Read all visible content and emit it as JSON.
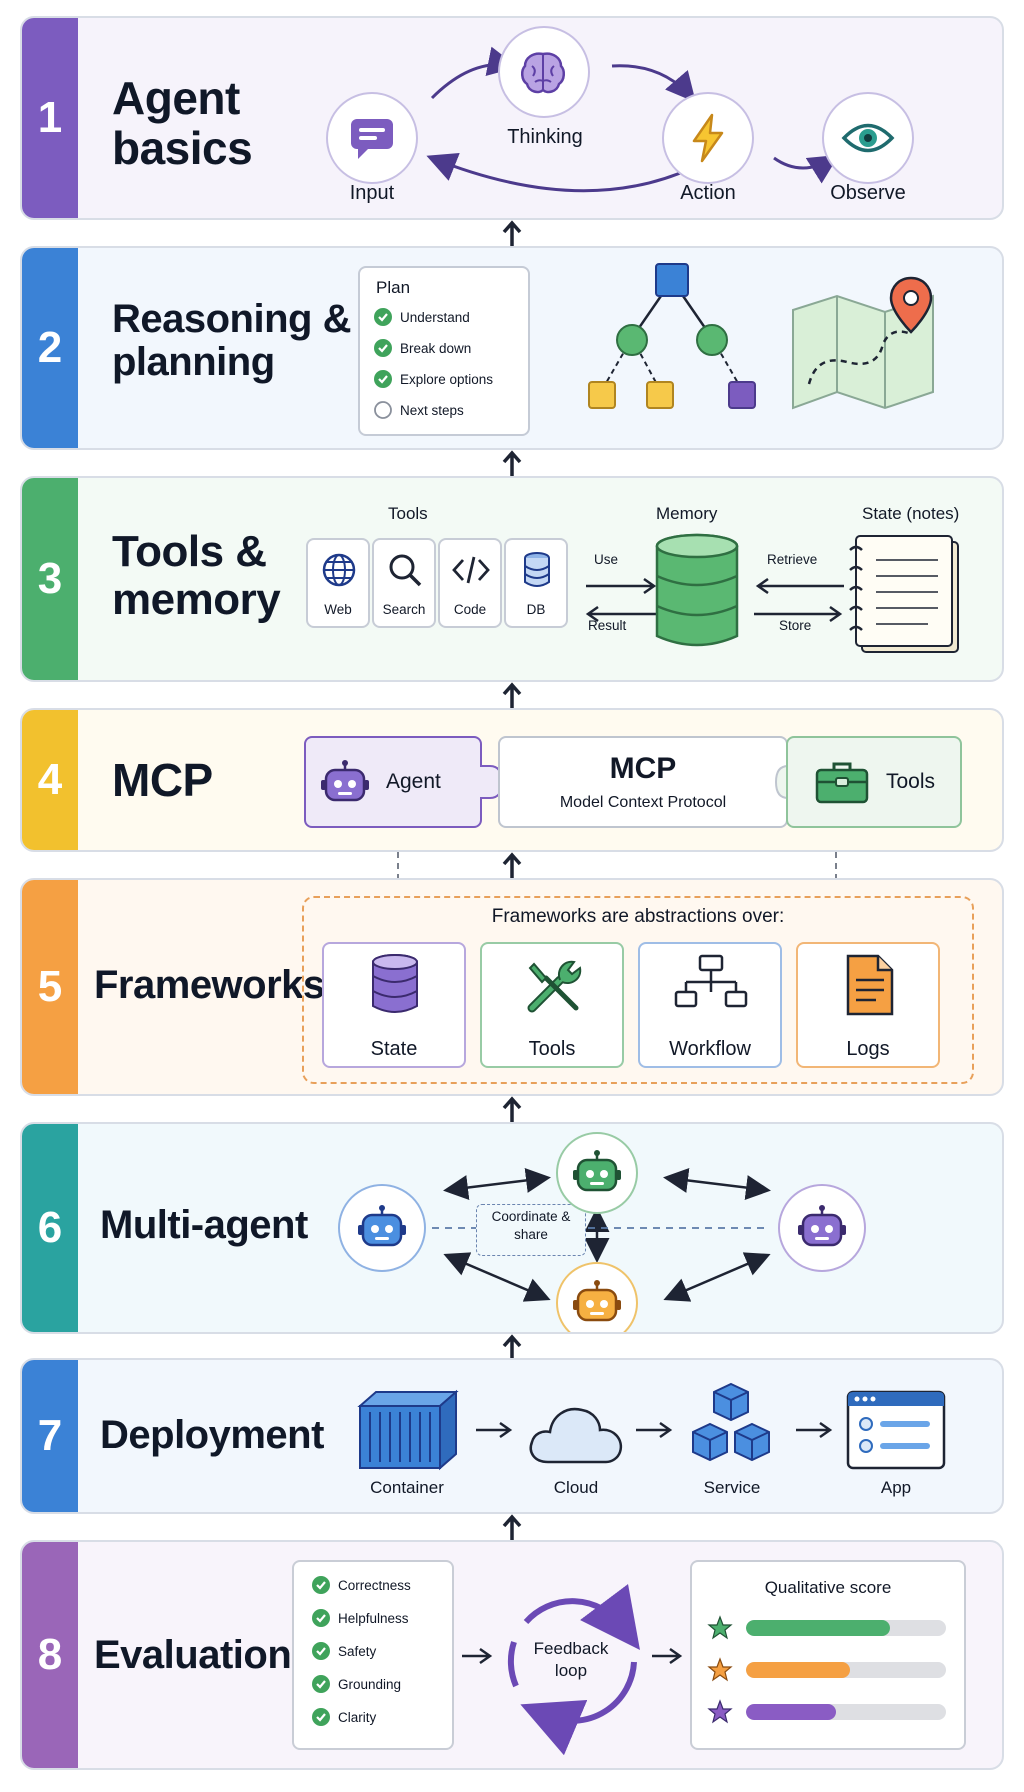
{
  "layers": [
    {
      "num": "1",
      "title": "Agent basics",
      "color": "#7c5cbf",
      "bg": "#f6f3fb",
      "nodes": {
        "input": "Input",
        "thinking": "Thinking",
        "action": "Action",
        "observe": "Observe"
      }
    },
    {
      "num": "2",
      "title": "Reasoning & planning",
      "color": "#3b82d6",
      "bg": "#f2f7fd",
      "plan": {
        "title": "Plan",
        "items": [
          "Understand",
          "Break down",
          "Explore options",
          "Next steps"
        ]
      }
    },
    {
      "num": "3",
      "title": "Tools & memory",
      "color": "#4caf6e",
      "bg": "#f3faf5",
      "tools_label": "Tools",
      "tools": [
        "Web",
        "Search",
        "Code",
        "DB"
      ],
      "memory_label": "Memory",
      "state_label": "State (notes)",
      "arrows": {
        "use": "Use",
        "result": "Result",
        "retrieve": "Retrieve",
        "store": "Store"
      }
    },
    {
      "num": "4",
      "title": "MCP",
      "color": "#f2c12e",
      "bg": "#fffbf0",
      "agent": "Agent",
      "mcp_title": "MCP",
      "mcp_sub": "Model Context Protocol",
      "tools": "Tools"
    },
    {
      "num": "5",
      "title": "Frameworks",
      "color": "#f5a043",
      "bg": "#fff8f0",
      "caption": "Frameworks are abstractions over:",
      "cards": [
        "State",
        "Tools",
        "Workflow",
        "Logs"
      ]
    },
    {
      "num": "6",
      "title": "Multi-agent",
      "color": "#2aa3a0",
      "bg": "#f1f9fc",
      "coord": "Coordinate & share"
    },
    {
      "num": "7",
      "title": "Deployment",
      "color": "#3b82d6",
      "bg": "#f2f7fd",
      "steps": [
        "Container",
        "Cloud",
        "Service",
        "App"
      ]
    },
    {
      "num": "8",
      "title": "Evaluation",
      "color": "#9a66b8",
      "bg": "#f8f4fb",
      "checks": [
        "Correctness",
        "Helpfulness",
        "Safety",
        "Grounding",
        "Clarity"
      ],
      "loop": "Feedback loop",
      "score_title": "Qualitative score",
      "scores": [
        0.72,
        0.52,
        0.45
      ],
      "score_colors": [
        "#4caf6e",
        "#f5a043",
        "#8a5cc4"
      ]
    }
  ]
}
